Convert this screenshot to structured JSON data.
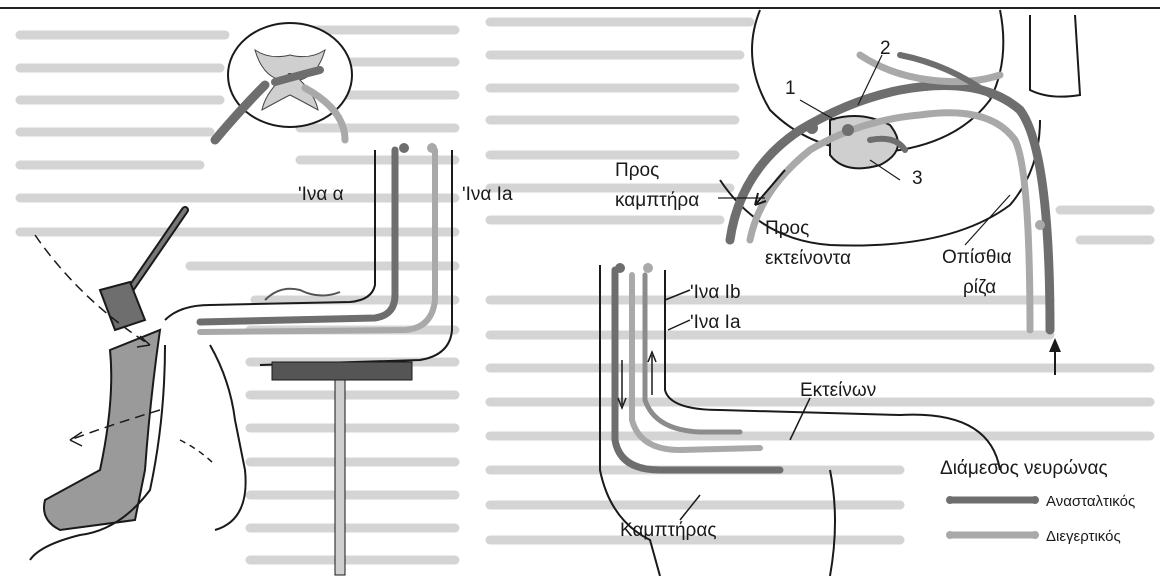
{
  "labels": {
    "iva_alpha": "ʹΙνα α",
    "iva_ia_left": "ʹΙνα Ιa",
    "pros_kamptira_line1": "Προς",
    "pros_kamptira_line2": "καμπτήρα",
    "pros_ekteinonta_line1": "Προς",
    "pros_ekteinonta_line2": "εκτείνοντα",
    "opisthia_line1": "Οπίσθια",
    "opisthia_line2": "ρίζα",
    "num1": "1",
    "num2": "2",
    "num3": "3",
    "iva_ib": "ʹΙνα Ιb",
    "iva_ia_right": "ʹΙνα Ιa",
    "ekteinon": "Εκτείνων",
    "kamptiras": "Καμπτήρας"
  },
  "legend": {
    "title": "Διάμεσος νευρώνας",
    "items": [
      {
        "label": "Ανασταλτικός",
        "color": "#6e6e6e"
      },
      {
        "label": "Διεγερτικός",
        "color": "#a9a9a9"
      }
    ]
  },
  "colors": {
    "inhibitory": "#6e6e6e",
    "excitatory": "#a9a9a9",
    "background_text": "#c8c8c8",
    "line": "#1a1a1a",
    "leg_fill": "#9a9a9a"
  }
}
